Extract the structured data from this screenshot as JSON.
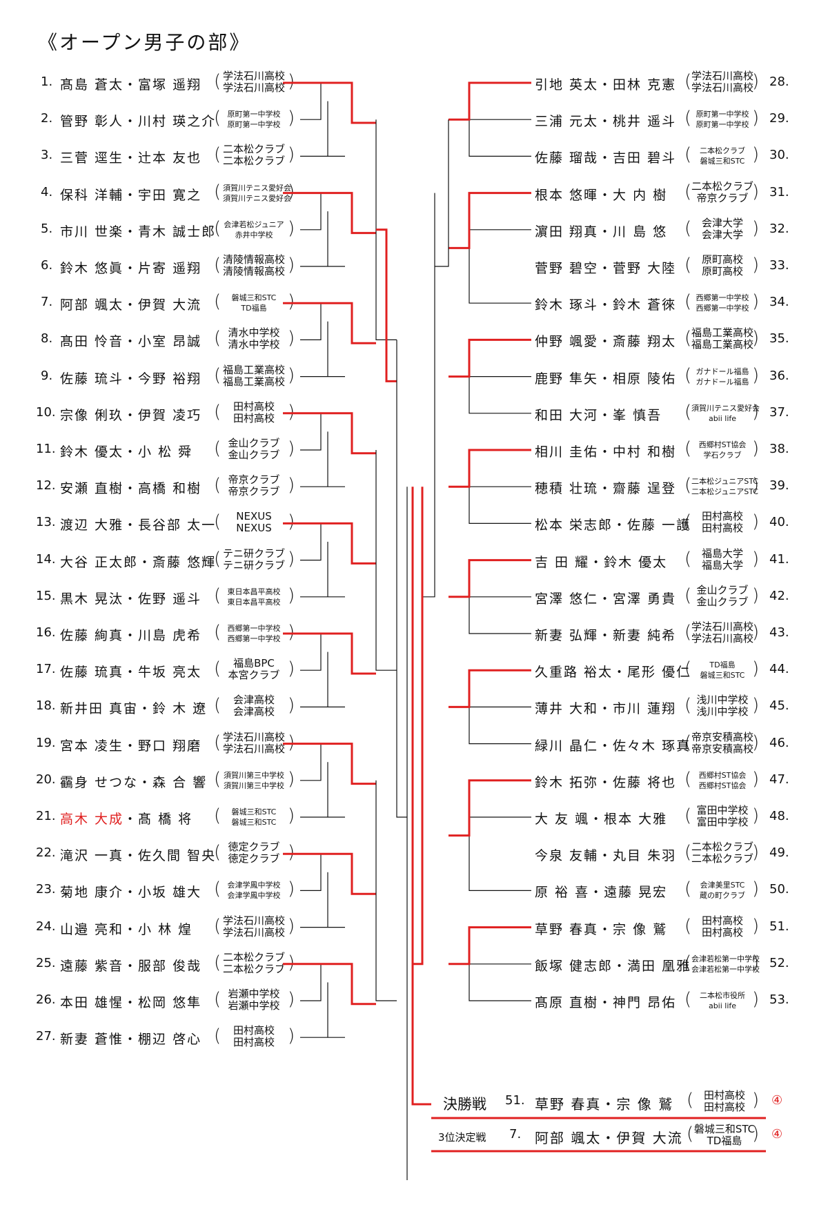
{
  "title": "《オープン男子の部》",
  "left": [
    {
      "seed": "1.",
      "name": "髙島 蒼太・富塚 遥翔",
      "aff": [
        "学法石川高校",
        "学法石川高校"
      ]
    },
    {
      "seed": "2.",
      "name": "管野 彰人・川村 瑛之介",
      "aff": [
        "原町第一中学校",
        "原町第一中学校"
      ]
    },
    {
      "seed": "3.",
      "name": "三菅 逕生・辻本 友也",
      "aff": [
        "二本松クラブ",
        "二本松クラブ"
      ]
    },
    {
      "seed": "4.",
      "name": "保科 洋輔・宇田 寛之",
      "aff": [
        "須賀川テニス愛好会",
        "須賀川テニス愛好会"
      ]
    },
    {
      "seed": "5.",
      "name": "市川 世楽・青木 誠士郎",
      "aff": [
        "会津若松ジュニア",
        "赤井中学校"
      ]
    },
    {
      "seed": "6.",
      "name": "鈴木 悠眞・片寄 遥翔",
      "aff": [
        "清陵情報高校",
        "清陵情報高校"
      ]
    },
    {
      "seed": "7.",
      "name": "阿部 颯太・伊賀 大流",
      "aff": [
        "磐城三和STC",
        "TD福島"
      ]
    },
    {
      "seed": "8.",
      "name": "髙田 怜音・小室 昂誠",
      "aff": [
        "清水中学校",
        "清水中学校"
      ]
    },
    {
      "seed": "9.",
      "name": "佐藤 琉斗・今野 裕翔",
      "aff": [
        "福島工業高校",
        "福島工業高校"
      ]
    },
    {
      "seed": "10.",
      "name": "宗像 俐玖・伊賀 凌巧",
      "aff": [
        "田村高校",
        "田村高校"
      ]
    },
    {
      "seed": "11.",
      "name": "鈴木 優太・小 松 舜",
      "aff": [
        "金山クラブ",
        "金山クラブ"
      ]
    },
    {
      "seed": "12.",
      "name": "安瀬 直樹・高橋 和樹",
      "aff": [
        "帝京クラブ",
        "帝京クラブ"
      ]
    },
    {
      "seed": "13.",
      "name": "渡辺 大雅・長谷部 太一",
      "aff": [
        "NEXUS",
        "NEXUS"
      ]
    },
    {
      "seed": "14.",
      "name": "大谷 正太郎・斎藤 悠輝",
      "aff": [
        "テニ研クラブ",
        "テニ研クラブ"
      ]
    },
    {
      "seed": "15.",
      "name": "黒木 晃汰・佐野 遥斗",
      "aff": [
        "東日本昌平高校",
        "東日本昌平高校"
      ]
    },
    {
      "seed": "16.",
      "name": "佐藤 絢真・川島 虎希",
      "aff": [
        "西郷第一中学校",
        "西郷第一中学校"
      ]
    },
    {
      "seed": "17.",
      "name": "佐藤 琉真・牛坂 亮太",
      "aff": [
        "福島BPC",
        "本宮クラブ"
      ]
    },
    {
      "seed": "18.",
      "name": "新井田 真宙・鈴 木 遼",
      "aff": [
        "会津高校",
        "会津高校"
      ]
    },
    {
      "seed": "19.",
      "name": "宮本 凌生・野口 翔磨",
      "aff": [
        "学法石川高校",
        "学法石川高校"
      ]
    },
    {
      "seed": "20.",
      "name": "靍身 せつな・森 合 響",
      "aff": [
        "須賀川第三中学校",
        "須賀川第三中学校"
      ]
    },
    {
      "seed": "21.",
      "name": "高木 大成・髙 橋 将",
      "aff": [
        "磐城三和STC",
        "磐城三和STC"
      ],
      "hl": "高木 大成"
    },
    {
      "seed": "22.",
      "name": "滝沢 一真・佐久間 智央",
      "aff": [
        "徳定クラブ",
        "徳定クラブ"
      ]
    },
    {
      "seed": "23.",
      "name": "菊地 康介・小坂 雄大",
      "aff": [
        "会津学鳳中学校",
        "会津学鳳中学校"
      ]
    },
    {
      "seed": "24.",
      "name": "山邉 亮和・小 林 煌",
      "aff": [
        "学法石川高校",
        "学法石川高校"
      ]
    },
    {
      "seed": "25.",
      "name": "遠藤 紫音・服部 俊哉",
      "aff": [
        "二本松クラブ",
        "二本松クラブ"
      ]
    },
    {
      "seed": "26.",
      "name": "本田 雄惺・松岡 悠隼",
      "aff": [
        "岩瀬中学校",
        "岩瀬中学校"
      ]
    },
    {
      "seed": "27.",
      "name": "新妻 蒼惟・棚辺 啓心",
      "aff": [
        "田村高校",
        "田村高校"
      ]
    }
  ],
  "right": [
    {
      "seed": "28.",
      "name": "引地 英太・田林 克憲",
      "aff": [
        "学法石川高校",
        "学法石川高校"
      ]
    },
    {
      "seed": "29.",
      "name": "三浦 元太・桃井 遥斗",
      "aff": [
        "原町第一中学校",
        "原町第一中学校"
      ]
    },
    {
      "seed": "30.",
      "name": "佐藤 瑠哉・吉田 碧斗",
      "aff": [
        "二本松クラブ",
        "磐城三和STC"
      ]
    },
    {
      "seed": "31.",
      "name": "根本 悠暉・大 内 樹",
      "aff": [
        "二本松クラブ",
        "帝京クラブ"
      ]
    },
    {
      "seed": "32.",
      "name": "濵田 翔真・川 島 悠",
      "aff": [
        "会津大学",
        "会津大学"
      ]
    },
    {
      "seed": "33.",
      "name": "菅野 碧空・菅野 大陸",
      "aff": [
        "原町高校",
        "原町高校"
      ]
    },
    {
      "seed": "34.",
      "name": "鈴木 琢斗・鈴木 蒼徠",
      "aff": [
        "西郷第一中学校",
        "西郷第一中学校"
      ]
    },
    {
      "seed": "35.",
      "name": "仲野 颯愛・斎藤 翔太",
      "aff": [
        "福島工業高校",
        "福島工業高校"
      ]
    },
    {
      "seed": "36.",
      "name": "鹿野 隼矢・相原 陵佑",
      "aff": [
        "ガナドール福島",
        "ガナドール福島"
      ]
    },
    {
      "seed": "37.",
      "name": "和田 大河・峯 慎吾",
      "aff": [
        "須賀川テニス愛好会",
        "abii life"
      ]
    },
    {
      "seed": "38.",
      "name": "相川 圭佑・中村 和樹",
      "aff": [
        "西郷村ST協会",
        "学石クラブ"
      ]
    },
    {
      "seed": "39.",
      "name": "穂積 壮琉・齋藤 逞登",
      "aff": [
        "二本松ジュニアSTC",
        "二本松ジュニアSTC"
      ]
    },
    {
      "seed": "40.",
      "name": "松本 栄志郎・佐藤 一護",
      "aff": [
        "田村高校",
        "田村高校"
      ]
    },
    {
      "seed": "41.",
      "name": "吉 田 耀・鈴木 優太",
      "aff": [
        "福島大学",
        "福島大学"
      ]
    },
    {
      "seed": "42.",
      "name": "宮澤 悠仁・宮澤 勇貴",
      "aff": [
        "金山クラブ",
        "金山クラブ"
      ]
    },
    {
      "seed": "43.",
      "name": "新妻 弘輝・新妻 純希",
      "aff": [
        "学法石川高校",
        "学法石川高校"
      ]
    },
    {
      "seed": "44.",
      "name": "久重路 裕太・尾形 優仁",
      "aff": [
        "TD福島",
        "磐城三和STC"
      ]
    },
    {
      "seed": "45.",
      "name": "薄井 大和・市川 蓮翔",
      "aff": [
        "浅川中学校",
        "浅川中学校"
      ]
    },
    {
      "seed": "46.",
      "name": "緑川 晶仁・佐々木 琢真",
      "aff": [
        "帝京安積高校",
        "帝京安積高校"
      ]
    },
    {
      "seed": "47.",
      "name": "鈴木 拓弥・佐藤 将也",
      "aff": [
        "西郷村ST協会",
        "西郷村ST協会"
      ]
    },
    {
      "seed": "48.",
      "name": "大 友 颯・根本 大雅",
      "aff": [
        "富田中学校",
        "富田中学校"
      ]
    },
    {
      "seed": "49.",
      "name": "今泉 友輔・丸目 朱羽",
      "aff": [
        "二本松クラブ",
        "二本松クラブ"
      ]
    },
    {
      "seed": "50.",
      "name": "原 裕 喜・遠藤 晃宏",
      "aff": [
        "会津美里STC",
        "蔵の町クラブ"
      ]
    },
    {
      "seed": "51.",
      "name": "草野 春真・宗 像 鷲",
      "aff": [
        "田村高校",
        "田村高校"
      ]
    },
    {
      "seed": "52.",
      "name": "飯塚 健志郎・満田 凰雅",
      "aff": [
        "会津若松第一中学校",
        "会津若松第一中学校"
      ]
    },
    {
      "seed": "53.",
      "name": "髙原 直樹・神門 昂佑",
      "aff": [
        "二本松市役所",
        "abii life"
      ]
    }
  ],
  "final": {
    "label": "決勝戦",
    "seed": "51.",
    "name": "草野 春真・宗 像 鷲",
    "aff": [
      "田村高校",
      "田村高校"
    ],
    "score": "④"
  },
  "third": {
    "label": "3位決定戦",
    "seed": "7.",
    "name": "阿部 颯太・伊賀 大流",
    "aff": [
      "磐城三和STC",
      "TD福島"
    ],
    "score": "④"
  },
  "colors": {
    "accent": "#e02020",
    "line": "#111111"
  }
}
